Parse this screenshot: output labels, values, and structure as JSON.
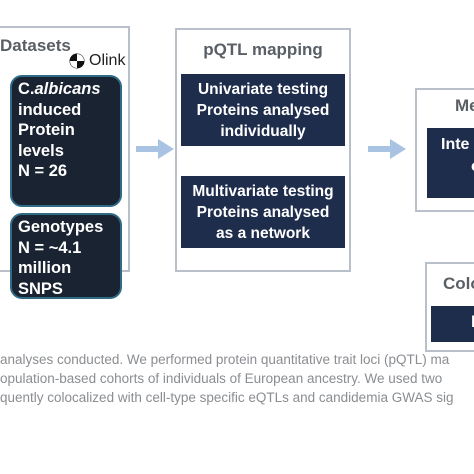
{
  "datasets": {
    "title": "Datasets",
    "logo_text": "Olink",
    "protein_box": {
      "species": "C.",
      "species_italic": "albicans",
      "lines": [
        "induced",
        "Protein",
        "levels",
        "N = 26"
      ]
    },
    "genotype_box": {
      "lines": [
        "Genotypes",
        "N = ~4.1",
        "million",
        "SNPS"
      ]
    }
  },
  "pqtl": {
    "title": "pQTL mapping",
    "univariate": {
      "lines": [
        "Univariate testing",
        "Proteins analysed",
        "individually"
      ]
    },
    "multivariate": {
      "lines": [
        "Multivariate testing",
        "Proteins analysed",
        "as a network"
      ]
    }
  },
  "me_panel": {
    "title": "Me",
    "box_lines": [
      "Inte",
      "o"
    ]
  },
  "coloc_panel": {
    "title": "Colo",
    "box_text": "F"
  },
  "caption": {
    "lines": [
      "analyses conducted. We performed protein quantitative trait loci (pQTL) ma",
      "opulation-based cohorts of individuals of European ancestry. We used two",
      "quently colocalized with cell-type specific eQTLs and candidemia GWAS sig"
    ]
  },
  "colors": {
    "navy": "#1f2d4d",
    "dark": "#1a2331",
    "arrow": "#a9c3e2",
    "border": "#b9c0ca"
  }
}
